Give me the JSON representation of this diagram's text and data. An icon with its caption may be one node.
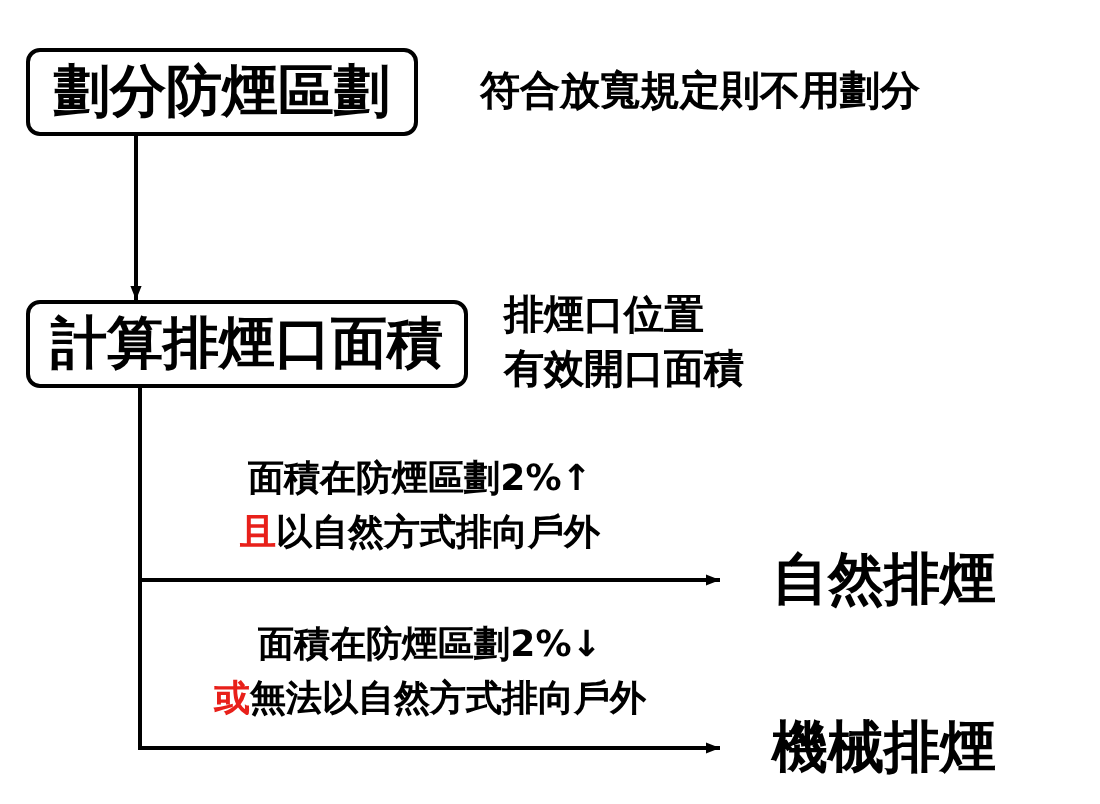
{
  "diagram": {
    "nodes": [
      {
        "text": [
          "劃分防煙區劃"
        ],
        "beside": [
          "符合放寬規定則不用劃分"
        ]
      },
      {
        "text": [
          "計算排煙口面積"
        ],
        "beside": [
          "排煙口位置",
          "有效開口面積"
        ]
      },
      {
        "text": [
          "自然排煙"
        ]
      },
      {
        "text": [
          "機械排煙"
        ]
      }
    ],
    "edges": [
      {
        "from": 0,
        "to": 1,
        "arrow": "to"
      },
      {
        "from": 1,
        "to": 2,
        "arrow": "to",
        "label": "面積在防煙區劃2%↑且以自然方式排向戶外"
      },
      {
        "from": 1,
        "to": 3,
        "arrow": "to",
        "label": "面積在防煙區劃2%↓或無法以自然方式排向戶外"
      }
    ]
  }
}
